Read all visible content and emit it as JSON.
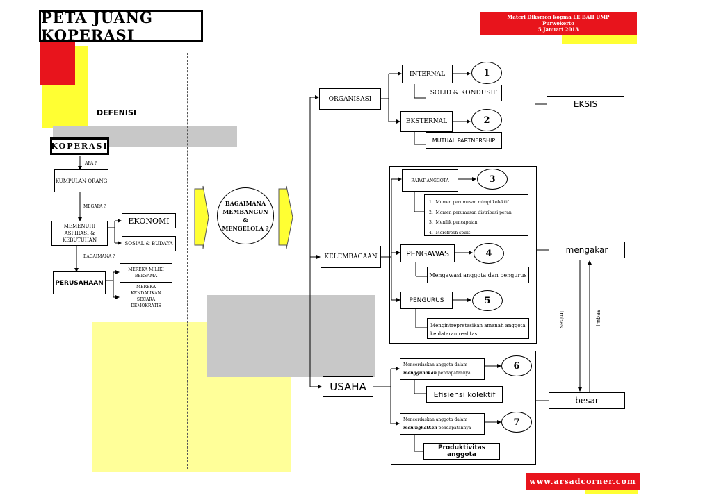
{
  "title": "PETA JUANG KOPERASI",
  "header_info": {
    "line1": "Materi Diksmon kopma LE BAH UMP",
    "line2": "Purwokerto",
    "line3": "5 Januari 2013"
  },
  "footer_url": "www.arsadcorner.com",
  "colors": {
    "red": "#e8141c",
    "yellow": "#ffff33",
    "pale_yellow": "#ffff99",
    "gray": "#c8c8c8"
  },
  "left": {
    "defenisi": "DEFENISI",
    "koperasi": "KOPERASI",
    "apa": "APA ?",
    "kumpulan_orang": "KUMPULAN ORANG",
    "megapa": "MEGAPA ?",
    "memenuhi": "MEMENUHI ASPIRASI & KEBUTUHAN",
    "ekonomi": "EKONOMI",
    "sosial_budaya": "SOSIAL & BUDAYA",
    "bagaimana_q": "BAGAIMANA ?",
    "perusahaan": "PERUSAHAAN",
    "mereka_miliki": "MEREKA MILIKI BERSAMA",
    "mereka_kendalikan": "MEREKA KENDALIKAN SECARA DEMOKRATIS"
  },
  "center": {
    "question": "BAGAIMANA MEMBANGUN & MENGELOLA ?"
  },
  "right": {
    "organisasi": "ORGANISASI",
    "internal": "INTERNAL",
    "solid": "SOLID & KONDUSIF",
    "eksternal": "EKSTERNAL",
    "mutual": "MUTUAL PARTNERSHIP",
    "eksis": "EKSIS",
    "kelembagaan": "KELEMBAGAAN",
    "rapat": "RAPAT ANGGOTA",
    "rapat_items": [
      "Momen perumusan mimpi kolektif",
      "Momen perumusan distribusi peran",
      "Menilik pencapaian",
      "Merefresh spirit"
    ],
    "pengawas": "PENGAWAS",
    "pengawas_desc": "Mengawasi anggota dan pengurus",
    "pengurus": "PENGURUS",
    "pengurus_desc_1": "Mengintrepretasikan amanah anggota",
    "pengurus_desc_2": "ke dataran realitas",
    "mengakar": "mengakar",
    "imbas1": "imbas",
    "imbas2": "imbas",
    "besar": "besar",
    "usaha": "USAHA",
    "usaha1_a": "Mencerdaskan anggota dalam",
    "usaha1_b": "menggunakan",
    "usaha1_c": "pendapatannya",
    "efisiensi": "Efisiensi kolektif",
    "usaha2_a": "Mencerdaskan anggota dalam",
    "usaha2_b": "meningkatkan",
    "usaha2_c": "pendapatannya",
    "produktivitas": "Produktivitas anggota",
    "numbers": [
      "1",
      "2",
      "3",
      "4",
      "5",
      "6",
      "7"
    ]
  }
}
